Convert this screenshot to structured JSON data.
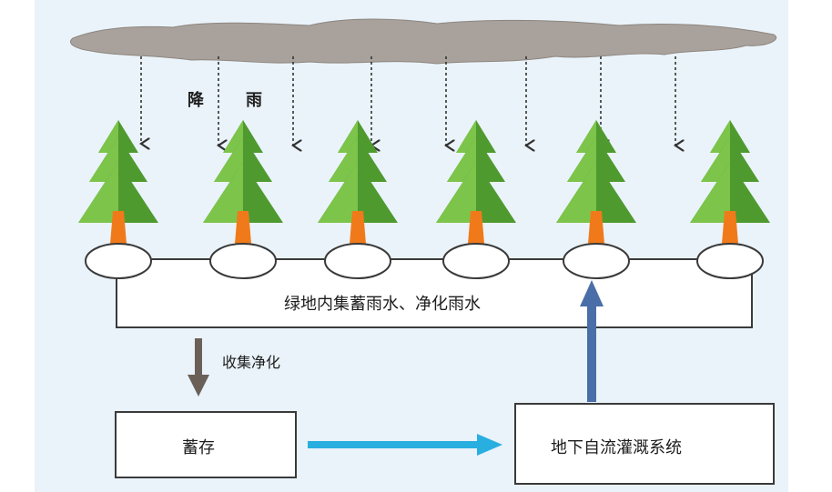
{
  "rain_label_left": "降",
  "rain_label_right": "雨",
  "ground_label": "绿地内集蓄雨水、净化雨水",
  "collect_label": "收集净化",
  "storage_label": "蓄存",
  "irrigation_label": "地下自流灌溉系统",
  "colors": {
    "cloud": "#a9a29c",
    "tree_light": "#7cc44a",
    "tree_dark": "#4f9a2f",
    "trunk": "#f07a1a",
    "down_arrow": "#6b6058",
    "right_arrow": "#29aee0",
    "up_arrow": "#4a6ea8",
    "background": "#eaf3fa"
  }
}
